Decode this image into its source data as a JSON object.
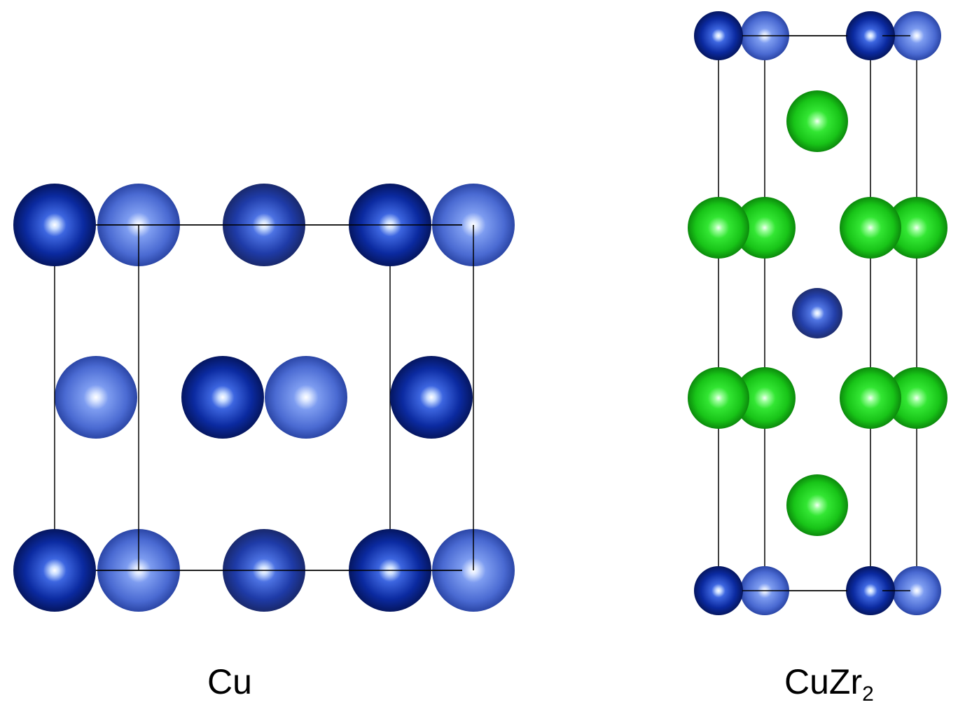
{
  "figure": {
    "structures": [
      {
        "id": "cu",
        "label": "Cu",
        "label_sub": ""
      },
      {
        "id": "cuzr2",
        "label": "CuZr",
        "label_sub": "2"
      }
    ],
    "colors": {
      "cu_front": "#0a2a9e",
      "cu_back": "#4a6dd6",
      "zr": "#22dd22",
      "cell_line": "#000000"
    }
  }
}
